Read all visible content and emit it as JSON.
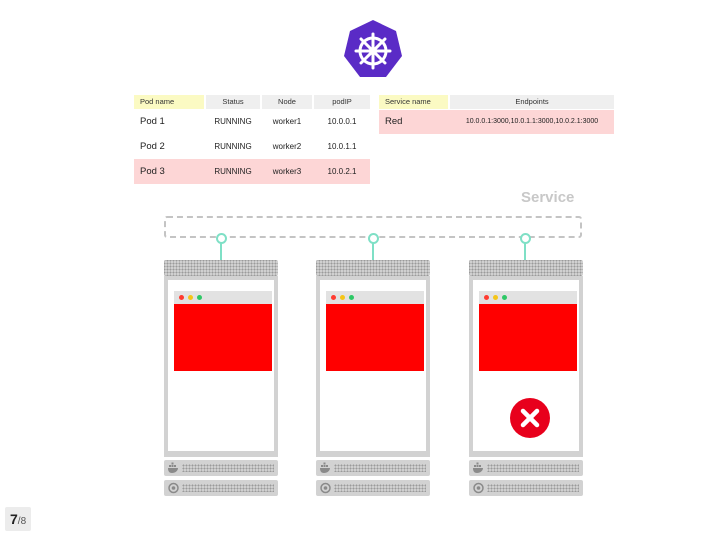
{
  "colors": {
    "accent": "#5a2bc6",
    "connector": "#7fe0c6",
    "pod_red": "#ff0000",
    "highlight_row": "#fdd6d6",
    "header_yellow": "#fbfac3",
    "server_gray": "#d2d2d2",
    "fail_red": "#e8001c"
  },
  "icons": {
    "logo": "kubernetes-helm-icon",
    "fail": "x-circle-icon",
    "docker": "docker-whale-icon",
    "power": "power-icon"
  },
  "pods_table": {
    "headers": [
      "Pod name",
      "Status",
      "Node",
      "podIP"
    ],
    "rows": [
      {
        "name": "Pod 1",
        "status": "RUNNING",
        "node": "worker1",
        "ip": "10.0.0.1"
      },
      {
        "name": "Pod 2",
        "status": "RUNNING",
        "node": "worker2",
        "ip": "10.0.1.1"
      },
      {
        "name": "Pod 3",
        "status": "RUNNING",
        "node": "worker3",
        "ip": "10.0.2.1"
      }
    ],
    "highlighted_row": 2
  },
  "service_table": {
    "headers": [
      "Service name",
      "Endpoints"
    ],
    "rows": [
      {
        "name": "Red",
        "endpoints": "10.0.0.1:3000,10.0.1.1:3000,10.0.2.1:3000"
      }
    ]
  },
  "service_label": "Service",
  "servers": [
    {
      "app_color": "#ff0000",
      "failed": false
    },
    {
      "app_color": "#ff0000",
      "failed": false
    },
    {
      "app_color": "#ff0000",
      "failed": true
    }
  ],
  "slide": {
    "current": "7",
    "total": "/8"
  }
}
